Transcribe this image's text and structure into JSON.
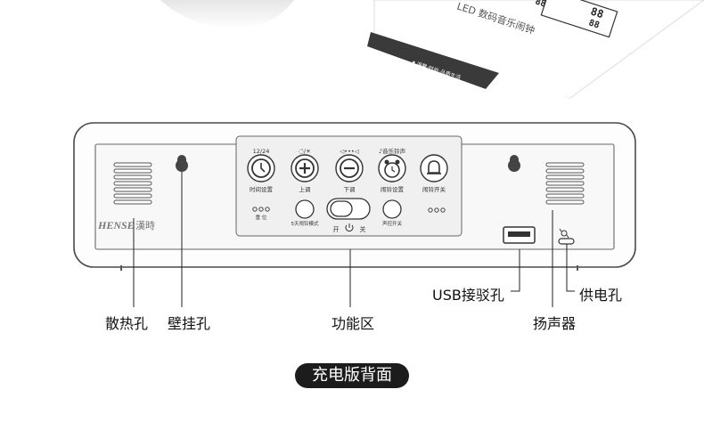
{
  "brand": {
    "latin": "HENSE",
    "cjk": "漢時"
  },
  "manual": {
    "title": "LED 数码音乐闹钟",
    "tagline": "▮ 温馨·时尚·品质生活",
    "display_digits": [
      "88",
      "88",
      "88"
    ]
  },
  "buttons": {
    "b1": {
      "top": "12/24",
      "bottom": "时间设置"
    },
    "b2": {
      "top": "◌̈/☀",
      "bottom": "上调"
    },
    "b3": {
      "top": "◁•••◁",
      "bottom": "下调"
    },
    "b4": {
      "top": "♪音乐铃声",
      "bottom": "闹铃设置"
    },
    "b5": {
      "top": "",
      "bottom": "闹铃开关"
    },
    "small1": {
      "left": "重 位",
      "bottom": "5天闹铃模式"
    },
    "small2": {
      "bottom": "声控开关"
    },
    "switch": {
      "on": "开",
      "off": "关"
    }
  },
  "callouts": {
    "vent": "散热孔",
    "hanging": "壁挂孔",
    "function": "功能区",
    "usb": "USB接驳孔",
    "speaker": "扬声器",
    "power": "供电孔"
  },
  "title": "充电版背面"
}
